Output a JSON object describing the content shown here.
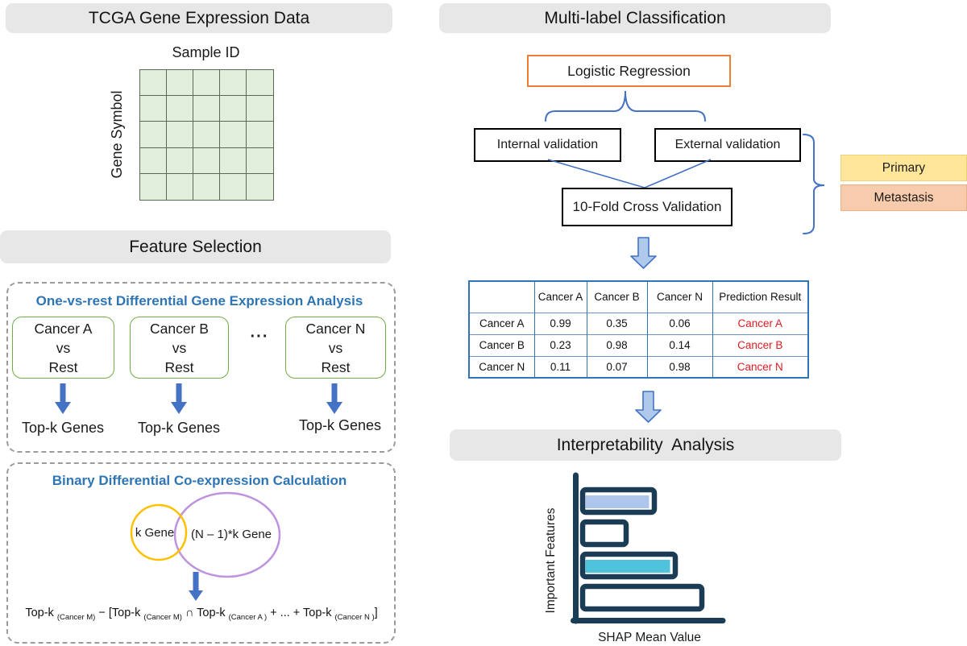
{
  "palette": {
    "header_bg": "#E7E7E7",
    "line_blue": "#4472C4",
    "title_blue": "#2E75B6",
    "green": "#70AD47",
    "orange": "#ED7D31",
    "yellow_circle": "#FFC000",
    "purple_circle": "#BD93DE",
    "navy": "#1B3C55",
    "primary_yellow": "#FFE699",
    "metastasis_orange": "#F8CBAD",
    "result_red": "#E01A22"
  },
  "tcga": {
    "header": "TCGA Gene Expression Data",
    "col_label": "Sample ID",
    "row_label": "Gene Symbol",
    "grid_rows": 5,
    "grid_cols": 5
  },
  "feature_selection": {
    "header": "Feature Selection",
    "ovr": {
      "title": "One-vs-rest Differential Gene Expression Analysis",
      "boxes": [
        {
          "top": "Cancer A",
          "mid": "vs",
          "bottom": "Rest"
        },
        {
          "top": "Cancer B",
          "mid": "vs",
          "bottom": "Rest"
        },
        {
          "top": "Cancer N",
          "mid": "vs",
          "bottom": "Rest"
        }
      ],
      "ellipsis": "···",
      "topk_labels": [
        "Top-k Genes",
        "Top-k Genes",
        "Top-k Genes"
      ]
    },
    "binary": {
      "title": "Binary Differential Co-expression Calculation",
      "venn_left": "k Gene",
      "venn_right": "(N – 1)*k Gene",
      "formula": [
        {
          "text": "Top-k "
        },
        {
          "sub": "(Cancer M)"
        },
        {
          "text": " − [Top-k "
        },
        {
          "sub": "(Cancer M)"
        },
        {
          "text": "  ∩  Top-k "
        },
        {
          "sub": "(Cancer A )"
        },
        {
          "text": " + ... + Top-k "
        },
        {
          "sub": "(Cancer N )"
        },
        {
          "text": "]"
        }
      ]
    }
  },
  "classification": {
    "header": "Multi-label Classification",
    "logistic": "Logistic Regression",
    "internal": "Internal validation",
    "external": "External validation",
    "cross_validation": "10-Fold Cross Validation",
    "class_labels": [
      {
        "label": "Primary"
      },
      {
        "label": "Metastasis"
      }
    ],
    "table": {
      "col_headers": [
        "",
        "Cancer A",
        "Cancer B",
        "Cancer N",
        "Prediction Result"
      ],
      "rows": [
        {
          "label": "Cancer A",
          "values": [
            "0.99",
            "0.35",
            "0.06"
          ],
          "prediction": "Cancer A"
        },
        {
          "label": "Cancer B",
          "values": [
            "0.23",
            "0.98",
            "0.14"
          ],
          "prediction": "Cancer B"
        },
        {
          "label": "Cancer N",
          "values": [
            "0.11",
            "0.07",
            "0.98"
          ],
          "prediction": "Cancer N"
        }
      ]
    }
  },
  "interpretability": {
    "header": "Interpretability  Analysis",
    "ylabel": "Important Features",
    "xlabel": "SHAP Mean Value",
    "bars": [
      {
        "width": 89,
        "fill": "#AEC6EC"
      },
      {
        "width": 54,
        "fill": null
      },
      {
        "width": 115,
        "fill": "#4FC3DC"
      },
      {
        "width": 148,
        "fill": null
      }
    ]
  }
}
